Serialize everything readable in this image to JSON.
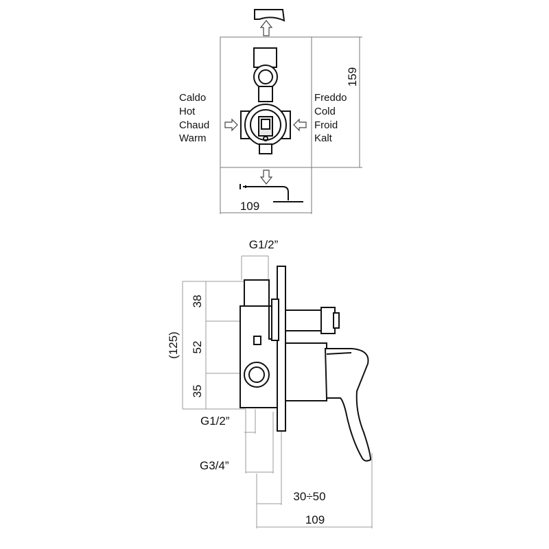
{
  "top_view": {
    "hot_labels": [
      "Caldo",
      "Hot",
      "Chaud",
      "Warm"
    ],
    "cold_labels": [
      "Freddo",
      "Cold",
      "Froid",
      "Kalt"
    ],
    "dim_height": "159",
    "dim_width": "109"
  },
  "side_view": {
    "thread_top": "G1/2”",
    "dim_total": "(125)",
    "dim_38": "38",
    "dim_52": "52",
    "dim_35": "35",
    "thread_mid": "G1/2”",
    "thread_bottom": "G3/4”",
    "dim_depth": "30÷50",
    "dim_width": "109"
  }
}
